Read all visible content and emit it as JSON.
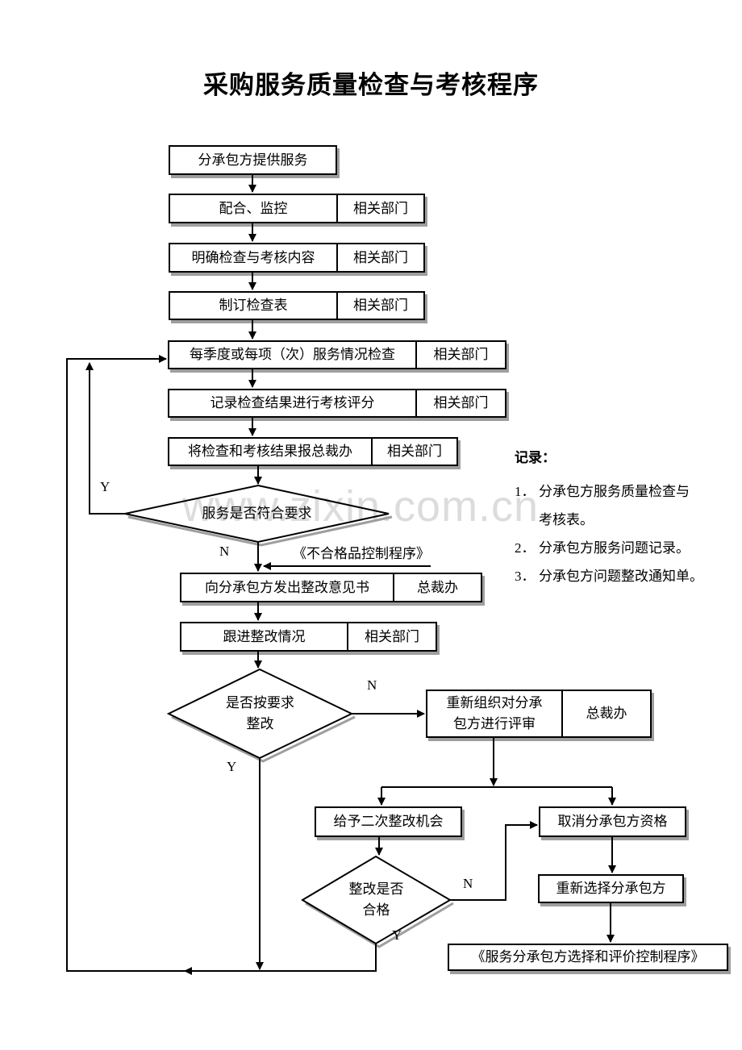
{
  "page": {
    "title": "采购服务质量检查与考核程序",
    "watermark": "www.zixin.com.cn"
  },
  "flow": {
    "start": {
      "label": "分承包方提供服务"
    },
    "cooperate": {
      "label": "配合、监控",
      "dept": "相关部门"
    },
    "clarify": {
      "label": "明确检查与考核内容",
      "dept": "相关部门"
    },
    "checklist": {
      "label": "制订检查表",
      "dept": "相关部门"
    },
    "quarterly": {
      "label": "每季度或每项（次）服务情况检查",
      "dept": "相关部门"
    },
    "score": {
      "label": "记录检查结果进行考核评分",
      "dept": "相关部门"
    },
    "report": {
      "label": "将检查和考核结果报总裁办",
      "dept": "相关部门"
    },
    "d1": {
      "label": "服务是否符合要求",
      "yes": "Y",
      "no": "N"
    },
    "ref_nonconform": {
      "label": "《不合格品控制程序》"
    },
    "issue": {
      "label": "向分承包方发出整改意见书",
      "dept": "总裁办"
    },
    "follow": {
      "label": "跟进整改情况",
      "dept": "相关部门"
    },
    "d2": {
      "label": "是否按要求\n整改",
      "yes": "Y",
      "no": "N"
    },
    "review": {
      "label": "重新组织对分承\n包方进行评审",
      "dept": "总裁办"
    },
    "second": {
      "label": "给予二次整改机会"
    },
    "cancel": {
      "label": "取消分承包方资格"
    },
    "d3": {
      "label": "整改是否\n合格",
      "yes": "Y",
      "no": "N"
    },
    "reselect": {
      "label": "重新选择分承包方"
    },
    "ref_select": {
      "label": "《服务分承包方选择和评价控制程序》"
    }
  },
  "records": {
    "heading": "记录：",
    "items": [
      {
        "num": "1．",
        "text": "分承包方服务质量检查与\n考核表。"
      },
      {
        "num": "2．",
        "text": "分承包方服务问题记录。"
      },
      {
        "num": "3．",
        "text": "分承包方问题整改通知单。"
      }
    ]
  }
}
